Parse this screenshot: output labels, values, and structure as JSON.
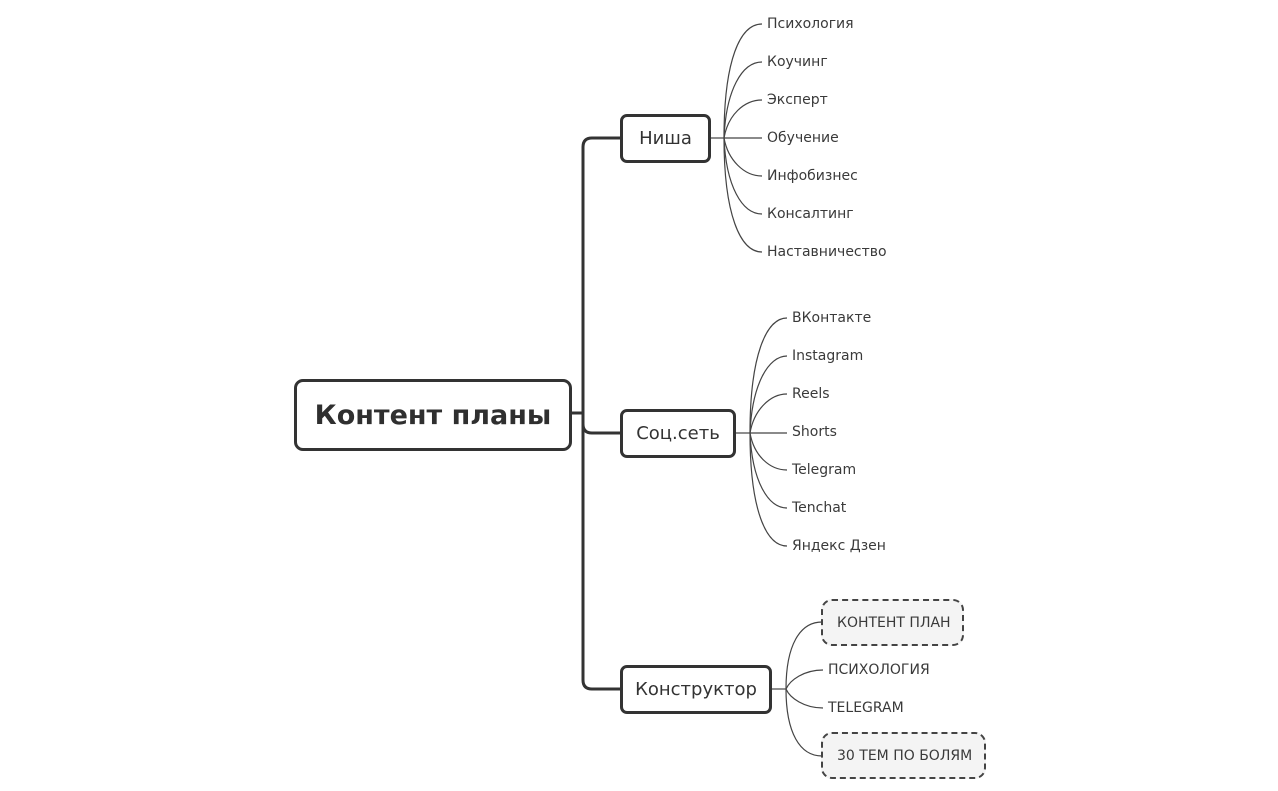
{
  "root": {
    "label": "Контент планы"
  },
  "branches": [
    {
      "label": "Ниша",
      "children": [
        "Психология",
        "Коучинг",
        "Эксперт",
        "Обучение",
        "Инфобизнес",
        "Консалтинг",
        "Наставничество"
      ]
    },
    {
      "label": "Соц.сеть",
      "children": [
        "ВКонтакте",
        "Instagram",
        "Reels",
        "Shorts",
        "Telegram",
        "Tenchat",
        "Яндекс Дзен"
      ]
    },
    {
      "label": "Конструктор",
      "children": [
        "КОНТЕНТ ПЛАН",
        "ПСИХОЛОГИЯ",
        "TELEGRAM",
        "30 ТЕМ ПО БОЛЯМ"
      ]
    }
  ]
}
